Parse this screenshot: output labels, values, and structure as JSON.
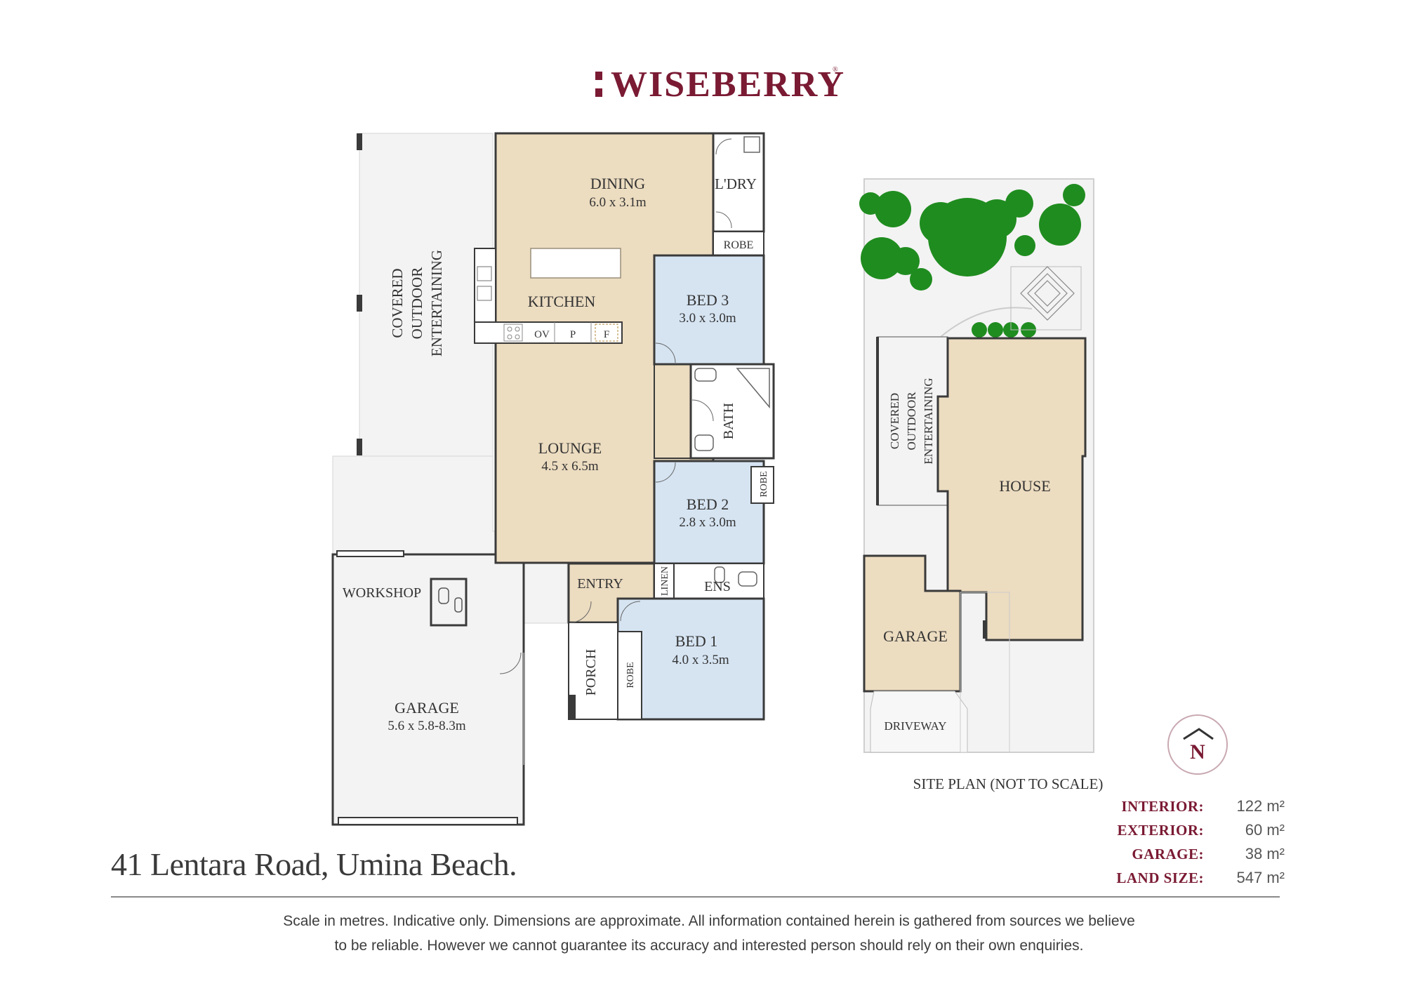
{
  "brand": {
    "name": "WISEBERRY",
    "mark": "®",
    "color": "#7a1a33"
  },
  "address": "41 Lentara Road, Umina Beach.",
  "rooms": {
    "dining": {
      "name": "DINING",
      "size": "6.0 x 3.1m"
    },
    "kitchen": {
      "name": "KITCHEN",
      "appliances": [
        "OV",
        "P",
        "F"
      ]
    },
    "lounge": {
      "name": "LOUNGE",
      "size": "4.5 x 6.5m"
    },
    "laundry": {
      "name": "L'DRY"
    },
    "robe_top": "ROBE",
    "bed3": {
      "name": "BED 3",
      "size": "3.0 x 3.0m"
    },
    "bath": {
      "name": "BATH"
    },
    "bed2": {
      "name": "BED 2",
      "size": "2.8 x 3.0m"
    },
    "robe_bed2": "ROBE",
    "entry": {
      "name": "ENTRY"
    },
    "linen": "LINEN",
    "ens": "ENS",
    "bed1": {
      "name": "BED 1",
      "size": "4.0 x 3.5m"
    },
    "robe_bed1": "ROBE",
    "porch": {
      "name": "PORCH"
    },
    "covered_outdoor": [
      "COVERED",
      "OUTDOOR",
      "ENTERTAINING"
    ],
    "workshop": {
      "name": "WORKSHOP"
    },
    "garage": {
      "name": "GARAGE",
      "size": "5.6 x 5.8-8.3m"
    }
  },
  "site_plan": {
    "caption": "SITE PLAN (NOT TO SCALE)",
    "covered_outdoor": [
      "COVERED",
      "OUTDOOR",
      "ENTERTAINING"
    ],
    "house": "HOUSE",
    "garage": "GARAGE",
    "driveway": "DRIVEWAY"
  },
  "compass": {
    "label": "N",
    "icon": "north-arrow-icon"
  },
  "areas": [
    {
      "label": "INTERIOR:",
      "value": "122 m²"
    },
    {
      "label": "EXTERIOR:",
      "value": "60 m²"
    },
    {
      "label": "GARAGE:",
      "value": "38 m²"
    },
    {
      "label": "LAND SIZE:",
      "value": "547 m²"
    }
  ],
  "disclaimer": [
    "Scale in metres. Indicative only. Dimensions are approximate. All information contained herein is gathered from sources we believe",
    "to be reliable. However we cannot guarantee its accuracy and interested person should rely on their own enquiries."
  ],
  "colors": {
    "living": "#ecdcc0",
    "bedroom": "#d6e4f2",
    "outdoor": "#f3f3f3",
    "wall": "#3a3a3a",
    "garage_site": "#ecdcc0",
    "tree": "#1f8c1f",
    "accent": "#7a1a33"
  }
}
